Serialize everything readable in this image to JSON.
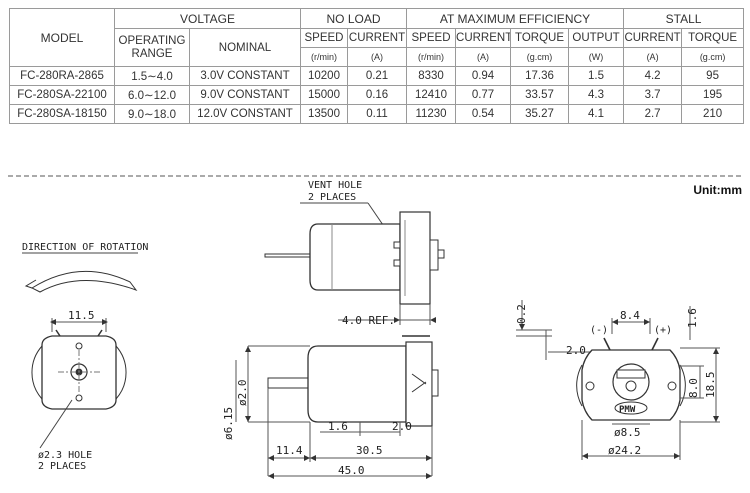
{
  "table": {
    "headers": {
      "model": "MODEL",
      "voltage": "VOLTAGE",
      "operating_range_line1": "OPERATING",
      "operating_range_line2": "RANGE",
      "nominal": "NOMINAL",
      "no_load": "NO LOAD",
      "max_eff": "AT MAXIMUM EFFICIENCY",
      "stall": "STALL",
      "speed": "SPEED",
      "current": "CURRENT",
      "torque": "TORQUE",
      "output": "OUTPUT",
      "unit_rmin": "(r/min)",
      "unit_a": "(A)",
      "unit_gcm": "(g.cm)",
      "unit_w": "(W)"
    },
    "rows": [
      {
        "model": "FC-280RA-2865",
        "range": "1.5∼4.0",
        "nominal": "3.0V CONSTANT",
        "nl_speed": "10200",
        "nl_current": "0.21",
        "me_speed": "8330",
        "me_current": "0.94",
        "me_torque": "17.36",
        "me_output": "1.5",
        "st_current": "4.2",
        "st_torque": "95"
      },
      {
        "model": "FC-280SA-22100",
        "range": "6.0∼12.0",
        "nominal": "9.0V CONSTANT",
        "nl_speed": "15000",
        "nl_current": "0.16",
        "me_speed": "12410",
        "me_current": "0.77",
        "me_torque": "33.57",
        "me_output": "4.3",
        "st_current": "3.7",
        "st_torque": "195"
      },
      {
        "model": "FC-280SA-18150",
        "range": "9.0∼18.0",
        "nominal": "12.0V CONSTANT",
        "nl_speed": "13500",
        "nl_current": "0.11",
        "me_speed": "11230",
        "me_current": "0.54",
        "me_torque": "35.27",
        "me_output": "4.1",
        "st_current": "2.7",
        "st_torque": "210"
      }
    ]
  },
  "drawing": {
    "unit": "Unit:mm",
    "rotation_label": "DIRECTION OF ROTATION",
    "vent_hole_line1": "VENT HOLE",
    "vent_hole_line2": "2 PLACES",
    "hole_line1": "ø2.3 HOLE",
    "hole_line2": "2 PLACES",
    "pmw_logo": "PMW",
    "dims": {
      "d11_5": "11.5",
      "d4_0_ref": "4.0 REF.",
      "d6_15": "ø6.15",
      "d2_0_shaft": "ø2.0",
      "d1_6": "1.6",
      "d2_0_a": "2.0",
      "d11_4": "11.4",
      "d30_5": "30.5",
      "d45_0": "45.0",
      "d0_2": "0.2",
      "d2_0_b": "2.0",
      "d8_4": "8.4",
      "d1_6_b": "1.6",
      "d8_0": "8.0",
      "d18_5": "18.5",
      "d8_5": "ø8.5",
      "d24_2": "ø24.2",
      "minus": "(-)",
      "plus": "(+)"
    }
  }
}
